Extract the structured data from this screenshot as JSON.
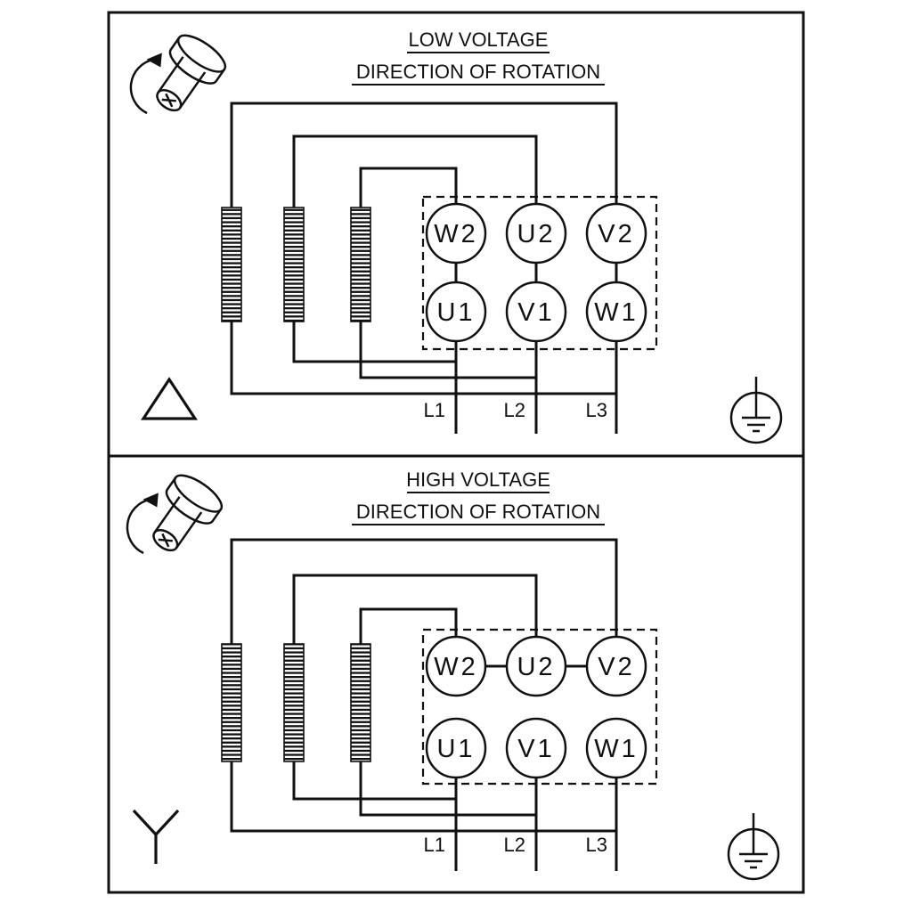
{
  "colors": {
    "ink": "#111111",
    "paper": "#ffffff"
  },
  "diagram": {
    "panels": [
      {
        "title": "LOW VOLTAGE",
        "subtitle": "DIRECTION OF ROTATION",
        "winding_connection": "delta",
        "connection_icon": "delta-icon",
        "rotation_icon": "shaft-rotation-icon",
        "ground_icon": "earth-ground-icon",
        "terminals": {
          "top": [
            "W2",
            "U2",
            "V2"
          ],
          "bottom": [
            "U1",
            "V1",
            "W1"
          ]
        },
        "supply_lines": [
          "L1",
          "L2",
          "L3"
        ]
      },
      {
        "title": "HIGH VOLTAGE",
        "subtitle": "DIRECTION OF ROTATION",
        "winding_connection": "star",
        "connection_icon": "wye-icon",
        "rotation_icon": "shaft-rotation-icon",
        "ground_icon": "earth-ground-icon",
        "terminals": {
          "top": [
            "W2",
            "U2",
            "V2"
          ],
          "bottom": [
            "U1",
            "V1",
            "W1"
          ]
        },
        "supply_lines": [
          "L1",
          "L2",
          "L3"
        ]
      }
    ]
  }
}
